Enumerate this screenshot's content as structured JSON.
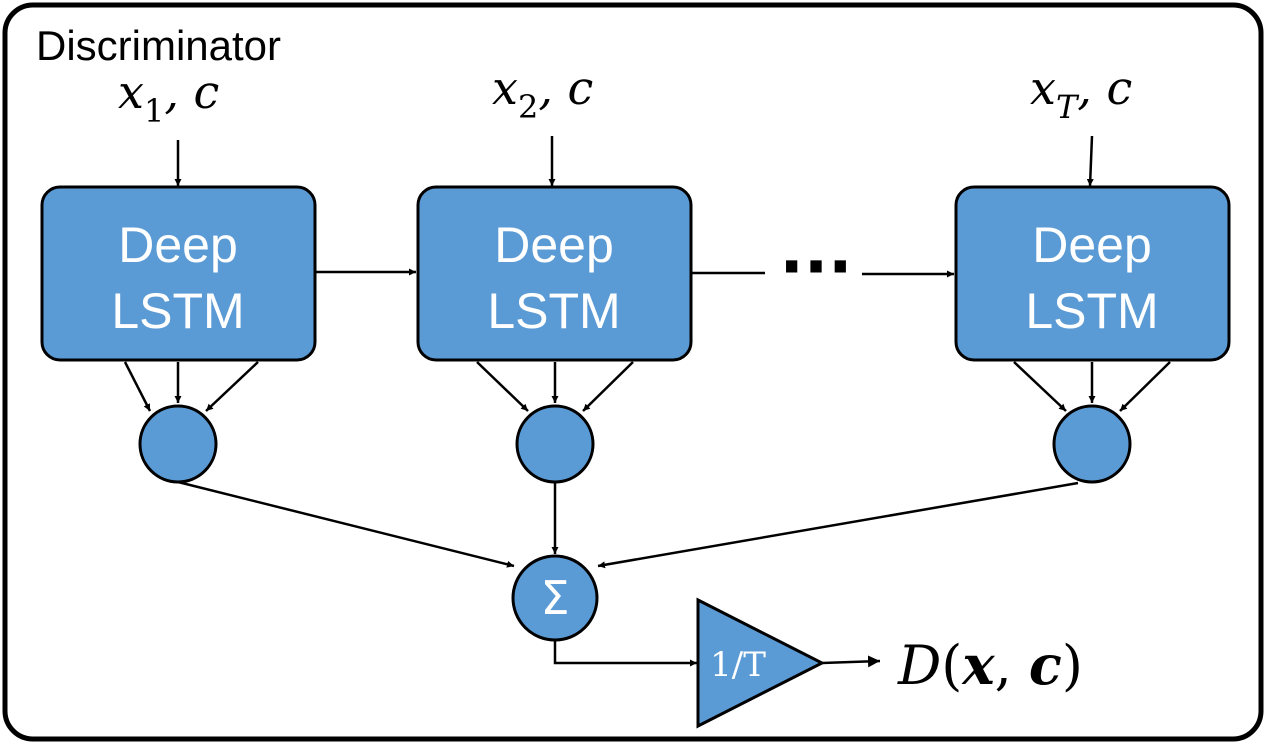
{
  "title": "Discriminator",
  "inputs": [
    {
      "var": "x",
      "sub": "1",
      "rest": ", c"
    },
    {
      "var": "x",
      "sub": "2",
      "rest": ", c"
    },
    {
      "var": "x",
      "sub": "T",
      "rest": ", c"
    }
  ],
  "block_label_line1": "Deep",
  "block_label_line2": "LSTM",
  "ellipsis": "···",
  "sum_symbol": "Σ",
  "scale_label": "1/T",
  "output": {
    "func": "D",
    "open": "(",
    "arg1": "x",
    "sep": ",",
    "arg2": "c",
    "close": ")"
  },
  "colors": {
    "block_fill": "#5b9bd5",
    "stroke": "#000000",
    "text_on_block": "#ffffff"
  }
}
